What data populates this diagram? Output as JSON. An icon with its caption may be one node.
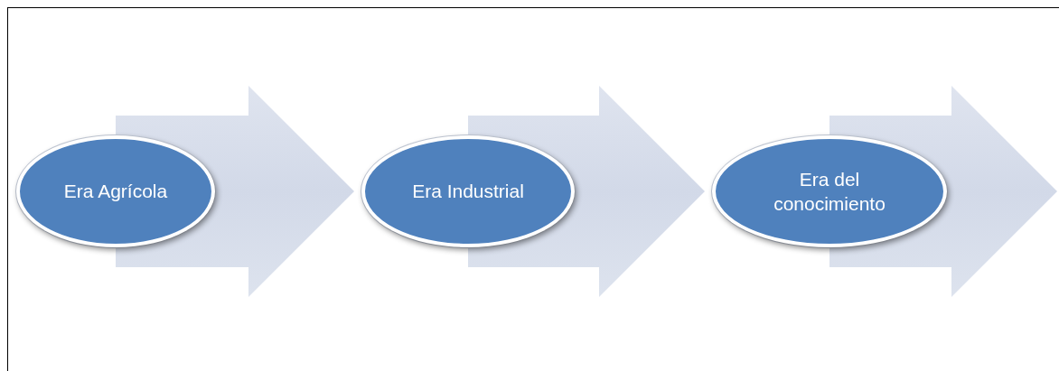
{
  "diagram": {
    "nodes": [
      {
        "text": [
          "Era Agrícola"
        ]
      },
      {
        "text": [
          "Era Industrial"
        ]
      },
      {
        "text": [
          "Era del conocimiento"
        ]
      }
    ],
    "edges": [
      {
        "from": 0,
        "to": 1,
        "arrow": "to"
      },
      {
        "from": 1,
        "to": 2,
        "arrow": "to"
      },
      {
        "from": 2,
        "to": null,
        "arrow": "to"
      }
    ]
  }
}
